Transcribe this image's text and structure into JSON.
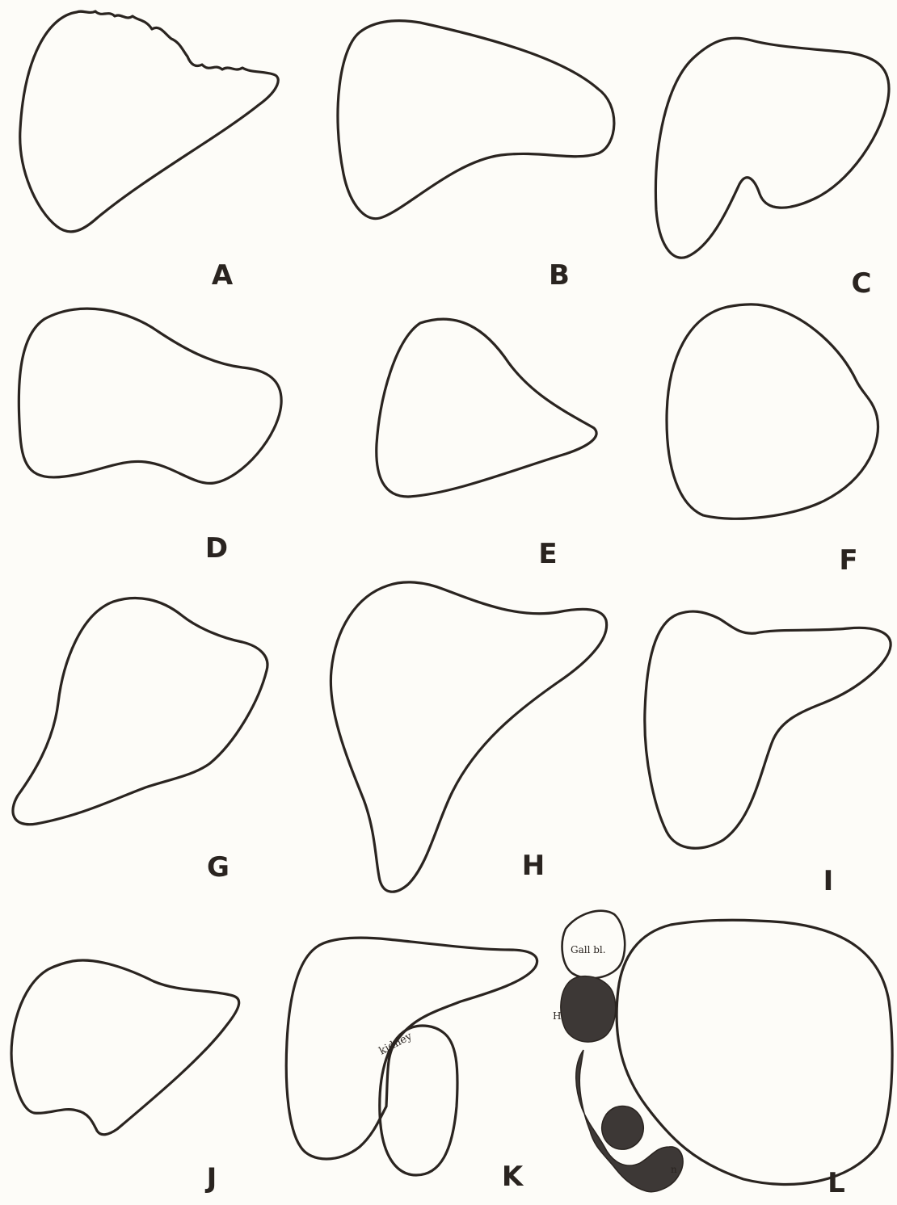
{
  "panels": [
    {
      "id": "A",
      "label": "A"
    },
    {
      "id": "B",
      "label": "B"
    },
    {
      "id": "C",
      "label": "C"
    },
    {
      "id": "D",
      "label": "D"
    },
    {
      "id": "E",
      "label": "E"
    },
    {
      "id": "F",
      "label": "F"
    },
    {
      "id": "G",
      "label": "G"
    },
    {
      "id": "H",
      "label": "H"
    },
    {
      "id": "I",
      "label": "I"
    },
    {
      "id": "J",
      "label": "J"
    },
    {
      "id": "K",
      "label": "K"
    },
    {
      "id": "L",
      "label": "L"
    }
  ],
  "annotations": {
    "k_organ": "kidney",
    "l_gall": "Gall bl.",
    "l_small_1": "H",
    "l_small_2": "n"
  }
}
